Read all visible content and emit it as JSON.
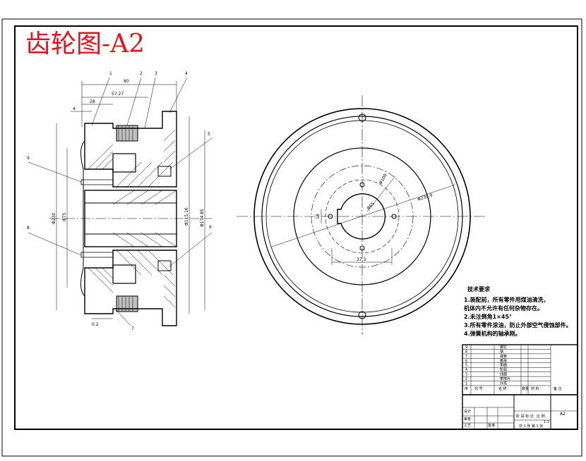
{
  "title": "齿轮图-A2",
  "colors": {
    "title": "#e0141e",
    "line": "#000000",
    "center": "#000000",
    "hatch": "#000000",
    "paper": "#ffffff"
  },
  "part_labels": [
    "1",
    "2",
    "3",
    "4",
    "5",
    "6",
    "7",
    "8",
    "9"
  ],
  "dimensions": {
    "top_overall": "80",
    "top_mid": "57.27",
    "top_small": "28",
    "left_offset": "4",
    "left_big": "Φ230",
    "left_small": "Φ75",
    "right_a": "Φ115.16",
    "right_b": "Φ174.85",
    "bottom_gap": "0.2",
    "bolt_circle": "Φ100",
    "outer_ref": "Φ230.9",
    "slot_width": "37.3",
    "bore": "Φ65",
    "side_small": "18"
  },
  "tech_notes": {
    "heading": "技术要求",
    "items": [
      "1.装配前，所有零件用煤油清洗，",
      "  机体内不允许有任何杂物存在。",
      "2.未注倒角1×45°",
      "3.所有零件涂油，防止外部空气侵蚀部件。",
      "4.弹簧机构的轴承刚。"
    ]
  },
  "title_block": {
    "bom_rows": [
      {
        "no": "9",
        "name": "螺钉"
      },
      {
        "no": "8",
        "name": "销"
      },
      {
        "no": "7",
        "name": "弹簧"
      },
      {
        "no": "6",
        "name": "螺母"
      },
      {
        "no": "5",
        "name": "垫圈"
      },
      {
        "no": "4",
        "name": "轮毂"
      },
      {
        "no": "3",
        "name": "线圈"
      },
      {
        "no": "2",
        "name": "摩擦片"
      },
      {
        "no": "1",
        "name": "外壳"
      }
    ],
    "header": [
      "序",
      "代 号",
      "名 称",
      "数量",
      "材 料",
      "备 注"
    ],
    "design_labels": [
      "设计",
      "审核",
      "工艺",
      "批准"
    ],
    "stage_label": "阶 段 标 记",
    "scale_label": "比 例",
    "sheet_label": "共 1 张 第 1 张",
    "scale_value": "1:1",
    "code": "A2"
  }
}
